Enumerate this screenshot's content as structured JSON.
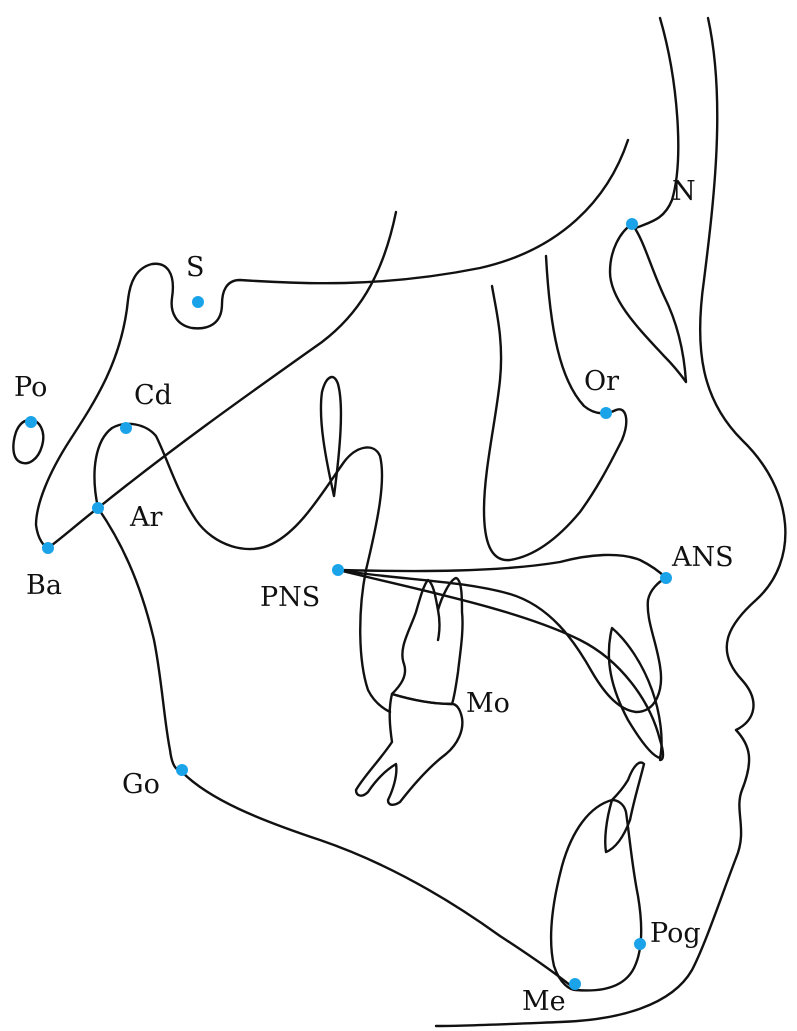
{
  "diagram": {
    "point_color": "#1aa3e8",
    "line_color": "#111111",
    "landmarks": [
      {
        "id": "S",
        "label": "S"
      },
      {
        "id": "N",
        "label": "N"
      },
      {
        "id": "Po",
        "label": "Po"
      },
      {
        "id": "Cd",
        "label": "Cd"
      },
      {
        "id": "Ar",
        "label": "Ar"
      },
      {
        "id": "Ba",
        "label": "Ba"
      },
      {
        "id": "Or",
        "label": "Or"
      },
      {
        "id": "ANS",
        "label": "ANS"
      },
      {
        "id": "PNS",
        "label": "PNS"
      },
      {
        "id": "Mo",
        "label": "Mo"
      },
      {
        "id": "Go",
        "label": "Go"
      },
      {
        "id": "Pog",
        "label": "Pog"
      },
      {
        "id": "Me",
        "label": "Me"
      }
    ]
  }
}
